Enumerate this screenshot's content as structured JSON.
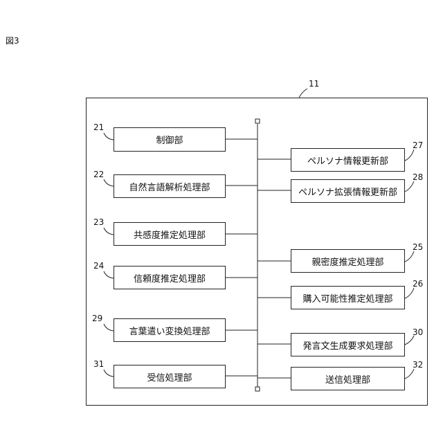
{
  "figure_label": "図3",
  "system_ref": "11",
  "left_blocks": [
    {
      "ref": "21",
      "label": "制御部"
    },
    {
      "ref": "22",
      "label": "自然言語解析処理部"
    },
    {
      "ref": "23",
      "label": "共感度推定処理部"
    },
    {
      "ref": "24",
      "label": "信頼度推定処理部"
    },
    {
      "ref": "29",
      "label": "言葉遣い変換処理部"
    },
    {
      "ref": "31",
      "label": "受信処理部"
    }
  ],
  "right_blocks": [
    {
      "ref": "27",
      "label": "ペルソナ情報更新部"
    },
    {
      "ref": "28",
      "label": "ペルソナ拡張情報更新部"
    },
    {
      "ref": "25",
      "label": "親密度推定処理部"
    },
    {
      "ref": "26",
      "label": "購入可能性推定処理部"
    },
    {
      "ref": "30",
      "label": "発言文生成要求処理部"
    },
    {
      "ref": "32",
      "label": "送信処理部"
    }
  ]
}
